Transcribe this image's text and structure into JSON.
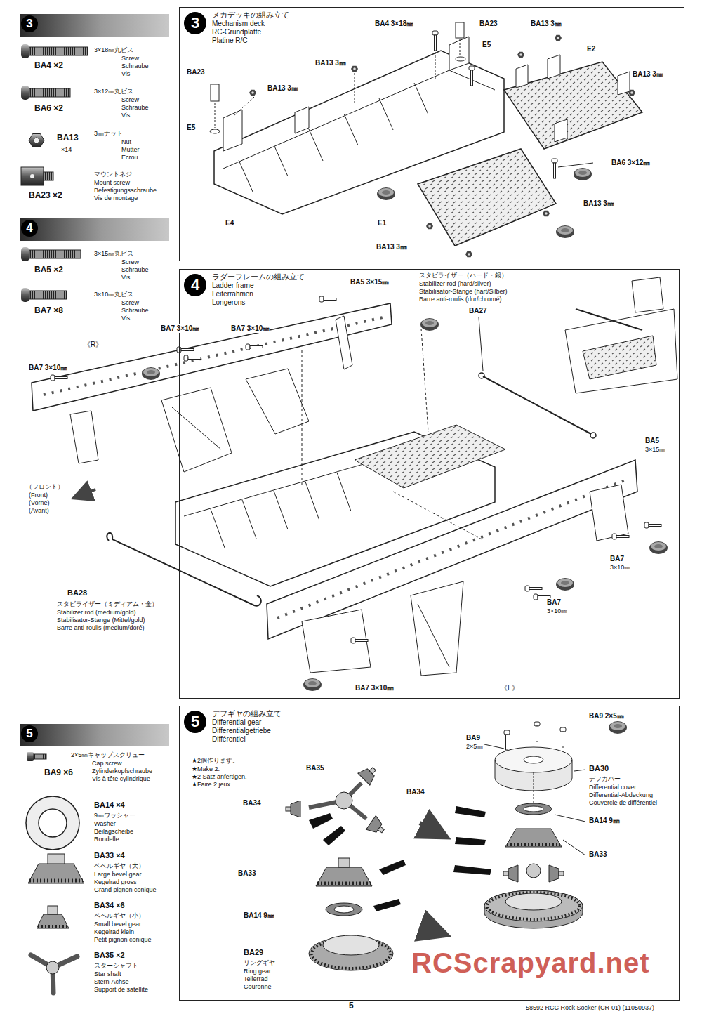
{
  "diagram": {
    "nodes": [
      {
        "text": [
          "3"
        ]
      },
      {
        "text": [
          "3",
          "メカデッキの組み立て",
          "Mechanism deck",
          "RC-Grundplatte",
          "Platine R/C"
        ]
      },
      {
        "text": [
          "4"
        ]
      },
      {
        "text": [
          "4",
          "ラダーフレームの組み立て",
          "Ladder frame",
          "Leiterrahmen",
          "Longerons"
        ]
      },
      {
        "text": [
          "5"
        ]
      },
      {
        "text": [
          "5",
          "デフギヤの組み立て",
          "Differential gear",
          "Differentialgetriebe",
          "Différentiel"
        ]
      }
    ],
    "labels": [
      "3×18㎜丸ビス",
      "Screw",
      "Schraube",
      "Vis",
      "BA4 ×2",
      "3×12㎜丸ビス",
      "Screw",
      "Schraube",
      "Vis",
      "BA6 ×2",
      "3㎜ナット",
      "Nut",
      "Mutter",
      "Ecrou",
      "BA13",
      "×14",
      "マウントネジ",
      "Mount screw",
      "Befestigungsschraube",
      "Vis de montage",
      "BA23 ×2",
      "3×15㎜丸ビス",
      "Screw",
      "Schraube",
      "Vis",
      "BA5 ×2",
      "3×10㎜丸ビス",
      "Screw",
      "Schraube",
      "Vis",
      "BA7 ×8",
      "2×5㎜キャップスクリュー",
      "Cap screw",
      "Zylinderkopfschraube",
      "Vis à tête cylindrique",
      "BA9 ×6",
      "BA14 ×4",
      "9㎜ワッシャー",
      "Washer",
      "Beilagscheibe",
      "Rondelle",
      "BA33 ×4",
      "ベベルギヤ（大）",
      "Large bevel gear",
      "Kegelrad gross",
      "Grand pignon conique",
      "BA34 ×6",
      "ベベルギヤ（小）",
      "Small bevel gear",
      "Kegelrad klein",
      "Petit pignon conique",
      "BA35 ×2",
      "スターシャフト",
      "Star shaft",
      "Stern-Achse",
      "Support de satellite",
      "BA4 3×18㎜",
      "BA23",
      "BA13 3㎜",
      "E5",
      "BA13 3㎜",
      "E2",
      "BA13 3㎜",
      "BA23",
      "BA13 3㎜",
      "E5",
      "BA6 3×12㎜",
      "BA13 3㎜",
      "E4",
      "E1",
      "BA13 3㎜",
      "BA5 3×15㎜",
      "スタビライザー（ハード・銀）",
      "Stabilizer rod (hard/silver)",
      "Stabilisator-Stange (hart/Silber)",
      "Barre anti-roulis (dur/chromé)",
      "BA27",
      "BA7 3×10㎜",
      "BA7 3×10㎜",
      "BA7 3×10㎜",
      "《R》",
      "（フロント）",
      "(Front)",
      "(Vorne)",
      "(Avant)",
      "BA5",
      "3×15㎜",
      "BA7",
      "3×10㎜",
      "BA28",
      "スタビライザー（ミディアム・金）",
      "Stabilizer rod (medium/gold)",
      "Stabilisator-Stange (Mittel/gold)",
      "Barre anti-roulis (medium/doré)",
      "BA7",
      "3×10㎜",
      "BA7 3×10㎜",
      "《L》",
      "★2個作ります。",
      "★Make 2.",
      "★2 Satz anfertigen.",
      "★Faire 2 jeux.",
      "BA35",
      "BA34",
      "BA34",
      "BA9 2×5㎜",
      "BA9",
      "2×5㎜",
      "BA30",
      "デフカバー",
      "Differential cover",
      "Differential-Abdeckung",
      "Couvercle de différentiel",
      "BA14 9㎜",
      "BA33",
      "BA33",
      "BA14 9㎜",
      "BA29",
      "リングギヤ",
      "Ring gear",
      "Tellerrad",
      "Couronne",
      "RCScrapyard.net",
      "5",
      "58592 RCC Rock Socker (CR-01) (11050937)"
    ]
  }
}
